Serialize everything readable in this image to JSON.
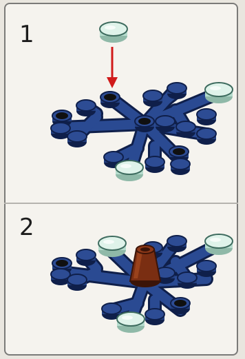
{
  "steps": [
    {
      "number": "1"
    },
    {
      "number": "2"
    }
  ],
  "colors": {
    "snowflake_blue": "#1f3a7a",
    "snowflake_edge": "#0f1f4a",
    "transparent_tile": "#cfe9df",
    "cone_brown": "#7a2e12",
    "arrow_red": "#d01a1a"
  },
  "icons": [
    "snowflake-plate",
    "transparent-round-tile",
    "brown-cone",
    "red-arrow"
  ]
}
